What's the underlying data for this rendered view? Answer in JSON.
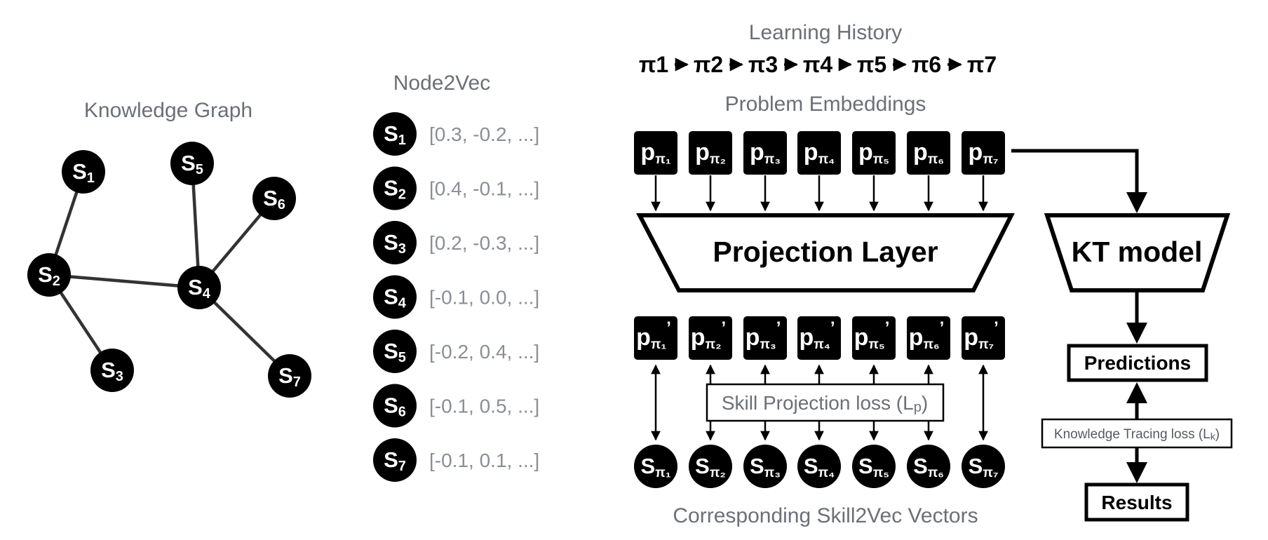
{
  "knowledge_graph": {
    "title": "Knowledge Graph",
    "nodes": [
      {
        "main": "S",
        "sub": "1"
      },
      {
        "main": "S",
        "sub": "2"
      },
      {
        "main": "S",
        "sub": "3"
      },
      {
        "main": "S",
        "sub": "4"
      },
      {
        "main": "S",
        "sub": "5"
      },
      {
        "main": "S",
        "sub": "6"
      },
      {
        "main": "S",
        "sub": "7"
      }
    ],
    "edges": [
      [
        "S1",
        "S2"
      ],
      [
        "S2",
        "S3"
      ],
      [
        "S2",
        "S4"
      ],
      [
        "S4",
        "S5"
      ],
      [
        "S4",
        "S6"
      ],
      [
        "S4",
        "S7"
      ]
    ]
  },
  "node2vec": {
    "title": "Node2Vec",
    "rows": [
      {
        "main": "S",
        "sub": "1",
        "vector": "[0.3, -0.2, ...]"
      },
      {
        "main": "S",
        "sub": "2",
        "vector": "[0.4, -0.1, ...]"
      },
      {
        "main": "S",
        "sub": "3",
        "vector": "[0.2, -0.3, ...]"
      },
      {
        "main": "S",
        "sub": "4",
        "vector": "[-0.1, 0.0, ...]"
      },
      {
        "main": "S",
        "sub": "5",
        "vector": "[-0.2, 0.4, ...]"
      },
      {
        "main": "S",
        "sub": "6",
        "vector": "[-0.1, 0.5, ...]"
      },
      {
        "main": "S",
        "sub": "7",
        "vector": "[-0.1, 0.1, ...]"
      }
    ]
  },
  "learning_history": {
    "title": "Learning History",
    "sequence": [
      "π1",
      "π2",
      "π3",
      "π4",
      "π5",
      "π6",
      "π7"
    ]
  },
  "problem_embeddings": {
    "title": "Problem Embeddings",
    "items": [
      {
        "main": "p",
        "sub": "π₁"
      },
      {
        "main": "p",
        "sub": "π₂"
      },
      {
        "main": "p",
        "sub": "π₃"
      },
      {
        "main": "p",
        "sub": "π₄"
      },
      {
        "main": "p",
        "sub": "π₅"
      },
      {
        "main": "p",
        "sub": "π₆"
      },
      {
        "main": "p",
        "sub": "π₇"
      }
    ]
  },
  "projection_layer": {
    "label": "Projection Layer"
  },
  "projected_embeddings": {
    "items": [
      {
        "main": "p",
        "sub": "π₁",
        "prime": "’"
      },
      {
        "main": "p",
        "sub": "π₂",
        "prime": "’"
      },
      {
        "main": "p",
        "sub": "π₃",
        "prime": "’"
      },
      {
        "main": "p",
        "sub": "π₄",
        "prime": "’"
      },
      {
        "main": "p",
        "sub": "π₅",
        "prime": "’"
      },
      {
        "main": "p",
        "sub": "π₆",
        "prime": "’"
      },
      {
        "main": "p",
        "sub": "π₇",
        "prime": "’"
      }
    ]
  },
  "skill_projection_loss": {
    "label": "Skill Projection loss (L",
    "sub": "p",
    "close": ")"
  },
  "skill_vectors": {
    "title": "Corresponding Skill2Vec Vectors",
    "items": [
      {
        "main": "S",
        "sub": "π₁"
      },
      {
        "main": "S",
        "sub": "π₂"
      },
      {
        "main": "S",
        "sub": "π₃"
      },
      {
        "main": "S",
        "sub": "π₄"
      },
      {
        "main": "S",
        "sub": "π₅"
      },
      {
        "main": "S",
        "sub": "π₆"
      },
      {
        "main": "S",
        "sub": "π₇"
      }
    ]
  },
  "kt_model": {
    "label": "KT model"
  },
  "predictions": {
    "label": "Predictions"
  },
  "kt_loss": {
    "label": "Knowledge Tracing loss (L",
    "sub": "k",
    "close": ")"
  },
  "results": {
    "label": "Results"
  }
}
